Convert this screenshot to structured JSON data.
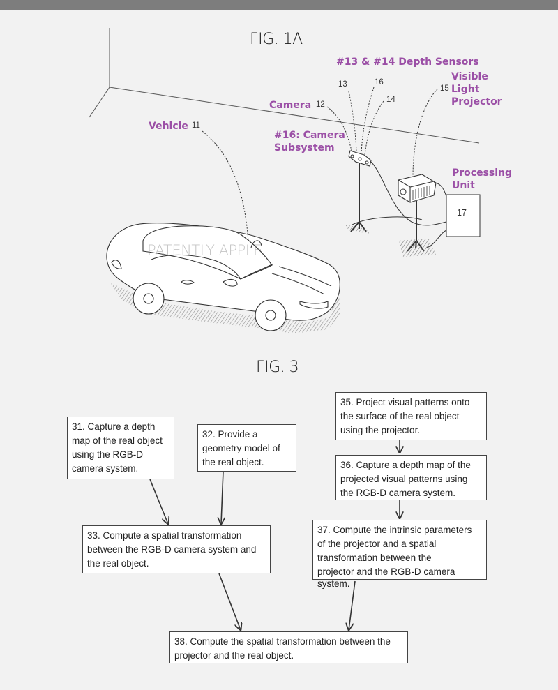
{
  "fig1a": {
    "title": "FIG. 1A",
    "labels": {
      "depth_sensors": "#13 & #14 Depth Sensors",
      "visible_light_projector": [
        "Visible",
        "Light",
        "Projector"
      ],
      "camera": "Camera",
      "camera_subsystem": [
        "#16: Camera",
        "Subsystem"
      ],
      "vehicle": "Vehicle",
      "processing_unit": [
        "Processing",
        "Unit"
      ]
    },
    "reference_numbers": {
      "vehicle": "11",
      "camera": "12",
      "depth_sensor_a": "13",
      "depth_sensor_b": "14",
      "projector": "15",
      "camera_subsystem": "16",
      "processing_unit": "17"
    },
    "watermark": "PATENTLY APPLE"
  },
  "fig3": {
    "title": "FIG. 3",
    "steps": {
      "s31": [
        "31. Capture a depth",
        "map of the real object",
        "using the RGB-D",
        "camera system."
      ],
      "s32": [
        "32. Provide a",
        "geometry model of",
        "the real object."
      ],
      "s33": [
        "33. Compute a spatial transformation",
        "between the RGB-D camera system and",
        "the real object."
      ],
      "s35": [
        "35. Project visual patterns onto",
        "the surface of the real object",
        "using the projector."
      ],
      "s36": [
        "36. Capture a depth map of the",
        "projected visual patterns using",
        "the RGB-D camera system."
      ],
      "s37": [
        "37. Compute the intrinsic parameters",
        "of the projector and a spatial",
        "transformation between the",
        "projector and the RGB-D camera"
      ],
      "s37_overflow": "system.",
      "s38": [
        "38. Compute the spatial transformation between the",
        "projector and the real object."
      ]
    },
    "flow": [
      {
        "from": "31",
        "to": "33"
      },
      {
        "from": "32",
        "to": "33"
      },
      {
        "from": "35",
        "to": "36"
      },
      {
        "from": "36",
        "to": "37"
      },
      {
        "from": "33",
        "to": "38"
      },
      {
        "from": "37",
        "to": "38"
      }
    ]
  },
  "colors": {
    "label_purple": "#9b4fa6",
    "background": "#f2f2f2",
    "top_bar": "#7d7d7d"
  }
}
